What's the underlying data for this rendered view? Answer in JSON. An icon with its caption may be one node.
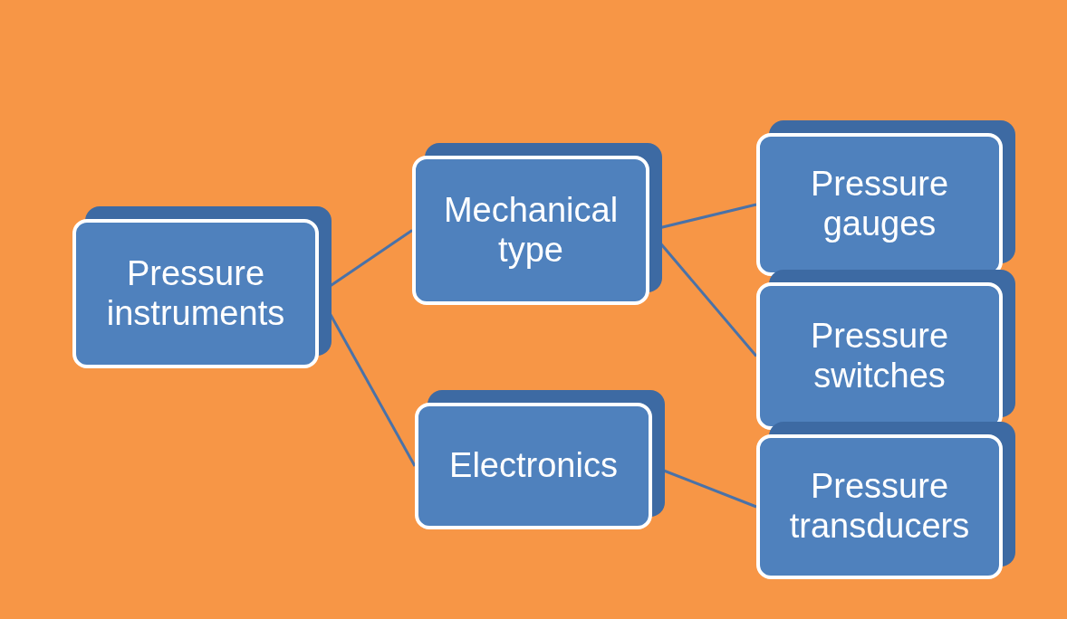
{
  "diagram": {
    "nodes": [
      {
        "text": [
          "Pressure instruments"
        ]
      },
      {
        "text": [
          "Mechanical type"
        ]
      },
      {
        "text": [
          "Electronics"
        ]
      },
      {
        "text": [
          "Pressure gauges"
        ]
      },
      {
        "text": [
          "Pressure switches"
        ]
      },
      {
        "text": [
          "Pressure transducers"
        ]
      }
    ],
    "edges": [
      {
        "from": 0,
        "to": 1,
        "arrow": "none"
      },
      {
        "from": 0,
        "to": 2,
        "arrow": "none"
      },
      {
        "from": 1,
        "to": 3,
        "arrow": "none"
      },
      {
        "from": 1,
        "to": 4,
        "arrow": "none"
      },
      {
        "from": 2,
        "to": 5,
        "arrow": "none"
      }
    ]
  }
}
